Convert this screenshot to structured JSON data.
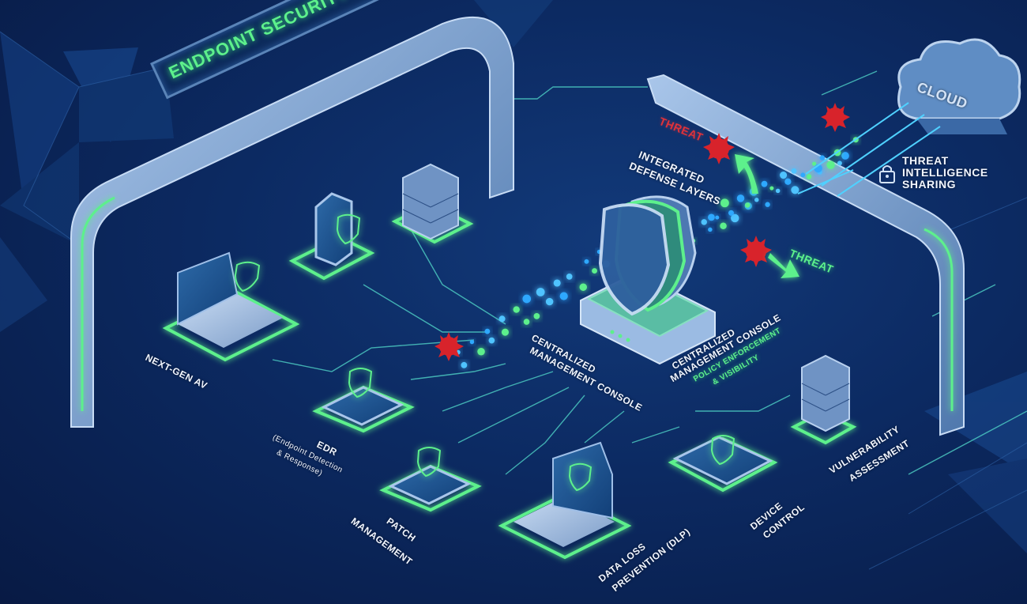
{
  "title": "ENDPOINT SECURITY ECOSYSTEM",
  "cloud": {
    "label": "CLOUD",
    "caption_lines": [
      "THREAT",
      "INTELLIGENCE",
      "SHARING"
    ],
    "icon": "lock-icon"
  },
  "center": {
    "layers_label_lines": [
      "INTEGRATED",
      "DEFENSE LAYERS"
    ],
    "console_label_lines": [
      "CENTRALIZED",
      "MANAGEMENT CONSOLE"
    ],
    "console_right_lines": [
      "CENTRALIZED",
      "MANAGEMENT CONSOLE"
    ],
    "console_sub_lines": [
      "POLICY ENFORCEMENT",
      "& VISIBILITY"
    ]
  },
  "threats": [
    {
      "label": "THREAT",
      "color": "#e0323a"
    },
    {
      "label": "THREAT",
      "color": "#5df08c"
    }
  ],
  "endpoints": [
    {
      "id": "next-gen-av",
      "label_lines": [
        "NEXT-GEN AV"
      ],
      "device": "laptop",
      "icon": "shield-check-icon"
    },
    {
      "id": "edr",
      "label_lines": [
        "EDR",
        "(Endpoint Detection",
        "& Response)"
      ],
      "device": "tablet",
      "icon": "shield-bug-icon"
    },
    {
      "id": "patch-management",
      "label_lines": [
        "PATCH",
        "MANAGEMENT"
      ],
      "device": "tablet",
      "icon": "shield-globe-icon"
    },
    {
      "id": "dlp",
      "label_lines": [
        "DATA LOSS",
        "PREVENTION (DLP)"
      ],
      "device": "laptop",
      "icon": "shield-check-icon"
    },
    {
      "id": "device-control",
      "label_lines": [
        "DEVICE",
        "CONTROL"
      ],
      "device": "tablet",
      "icon": "shield-lock-icon"
    },
    {
      "id": "vulnerability-assessment",
      "label_lines": [
        "VULNERABILITY",
        "ASSESSMENT"
      ],
      "device": "server",
      "icon": "server-icon"
    },
    {
      "id": "mobile",
      "label_lines": [],
      "device": "phone",
      "icon": "shield-lock-icon"
    },
    {
      "id": "server-top",
      "label_lines": [],
      "device": "server",
      "icon": "server-icon"
    }
  ],
  "colors": {
    "accent_green": "#5df08c",
    "threat_red": "#e0323a",
    "background": "#0c2a62",
    "frame": "#7ea6d6"
  }
}
